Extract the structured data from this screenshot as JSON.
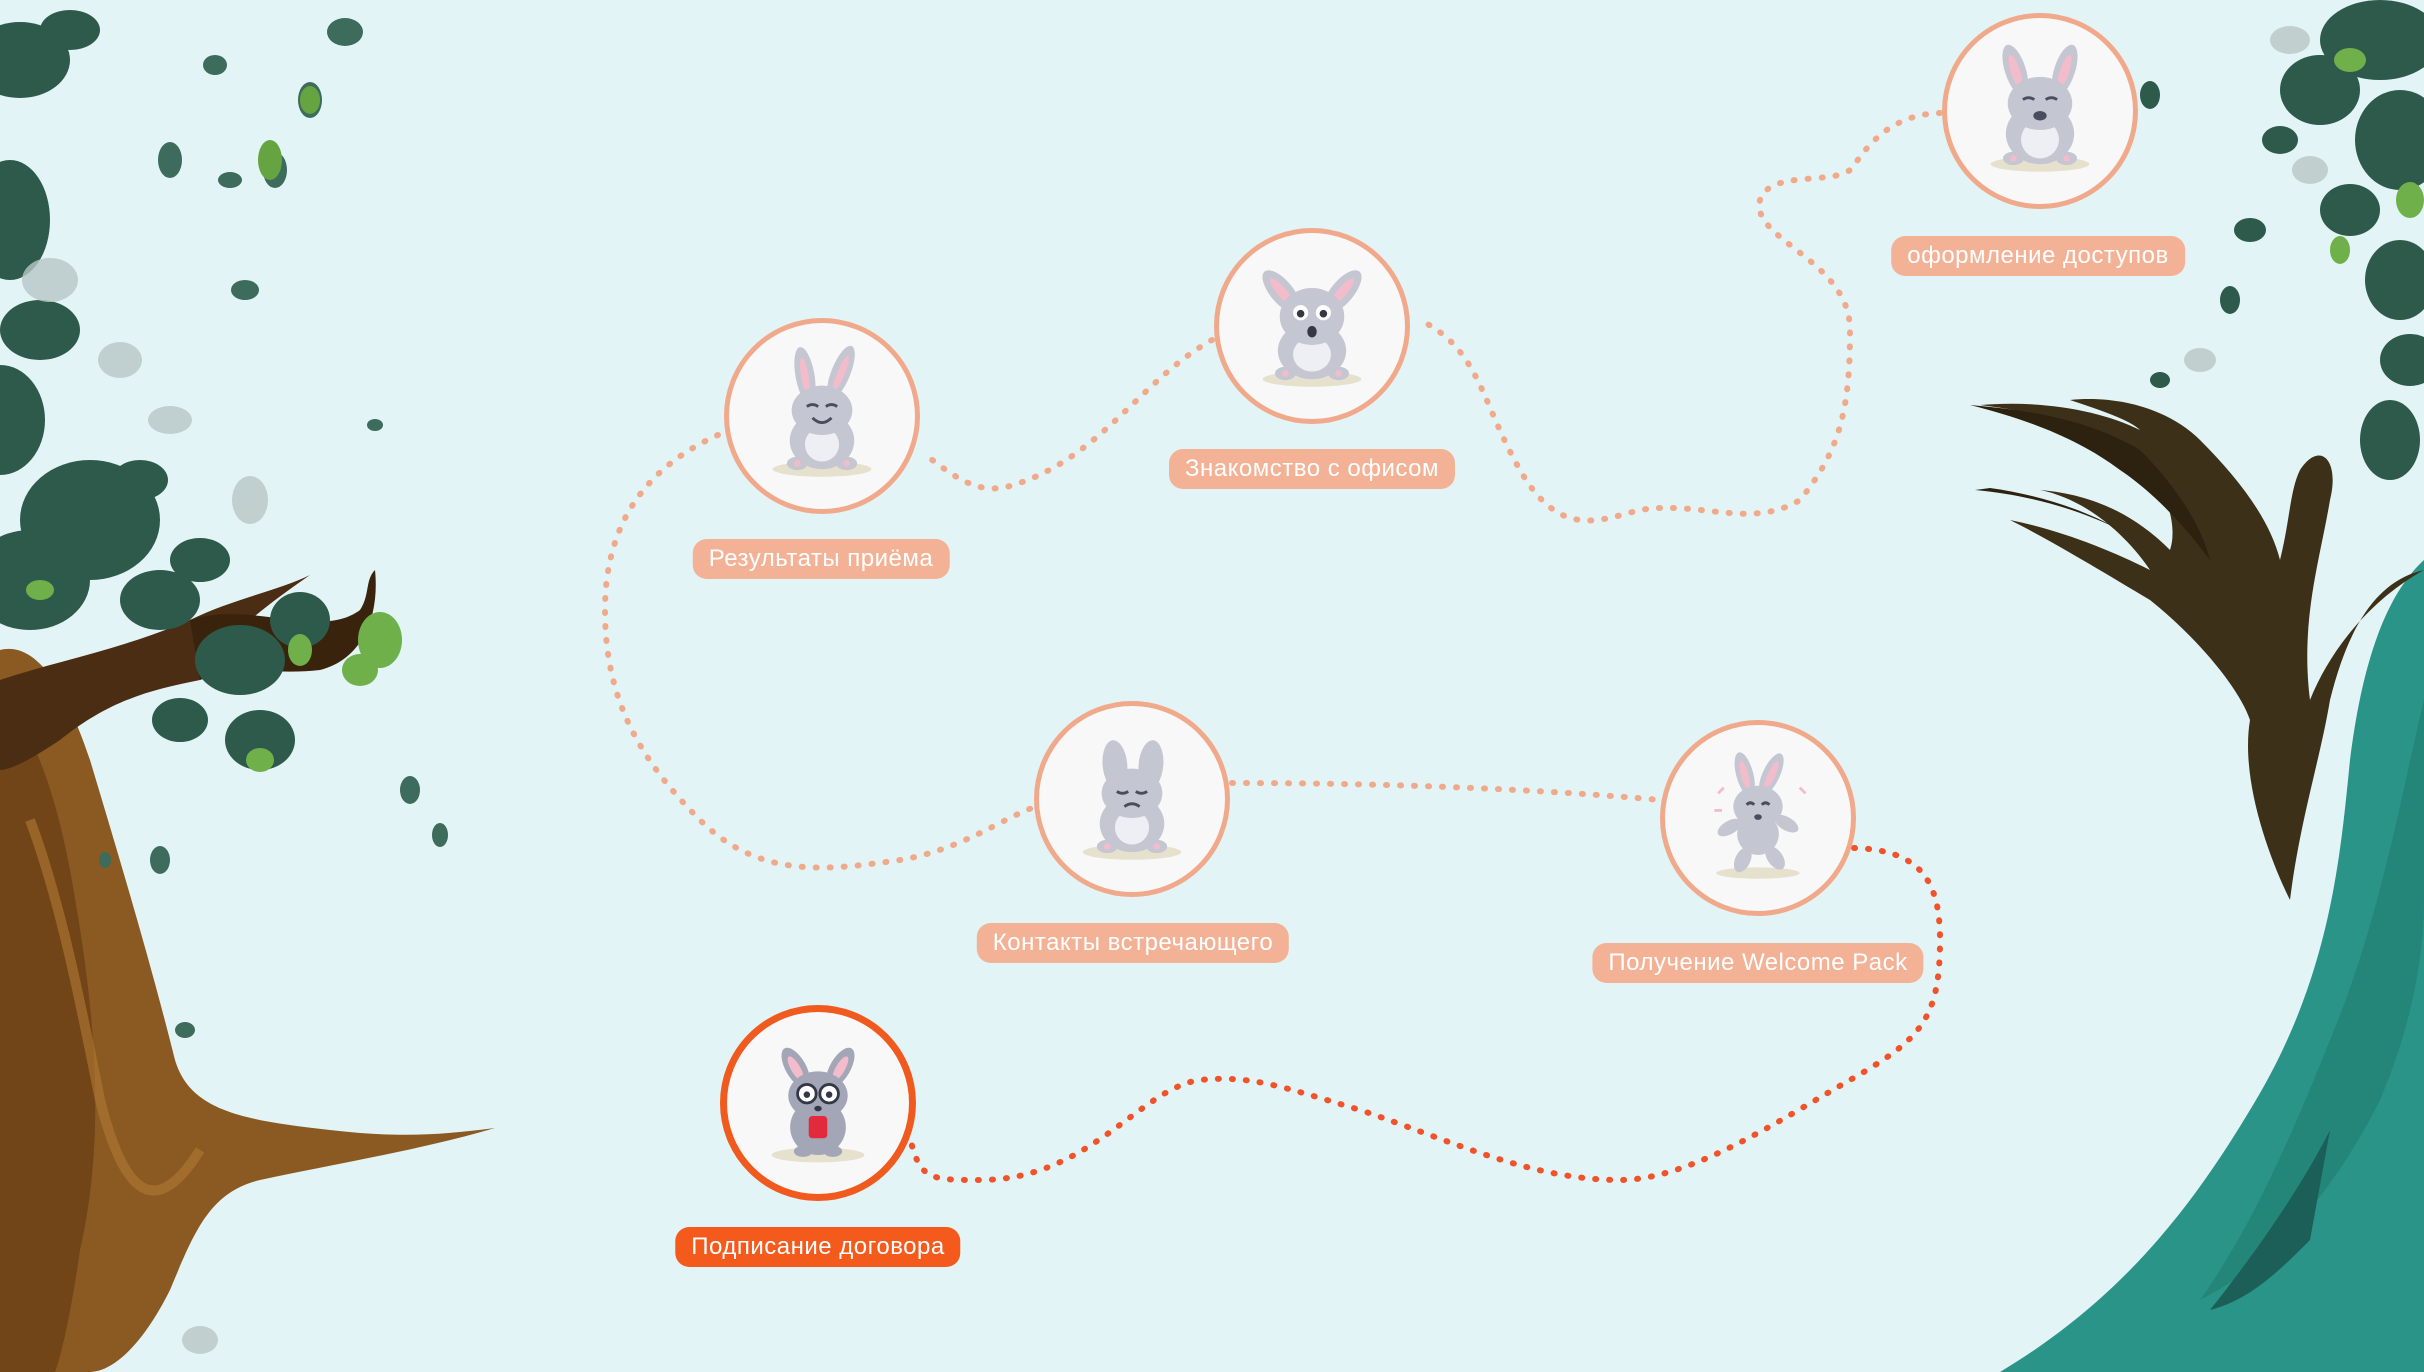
{
  "stages": [
    {
      "id": "contract",
      "label": "Подписание договора",
      "state": "current",
      "bunny": "bunny-glasses-icon"
    },
    {
      "id": "welcome",
      "label": "Получение Welcome Pack",
      "state": "locked",
      "bunny": "bunny-dancing-icon"
    },
    {
      "id": "contacts",
      "label": "Контакты встречающего",
      "state": "locked",
      "bunny": "bunny-sad-icon"
    },
    {
      "id": "results",
      "label": "Результаты приёма",
      "state": "locked",
      "bunny": "bunny-smiling-icon"
    },
    {
      "id": "office",
      "label": "Знакомство с офисом",
      "state": "locked",
      "bunny": "bunny-surprised-icon"
    },
    {
      "id": "access",
      "label": "оформление доступов",
      "state": "locked",
      "bunny": "bunny-crying-icon"
    }
  ],
  "colors": {
    "background": "#e3f4f6",
    "path_inactive": "#f0a98a",
    "path_active": "#f0522a",
    "ring_inactive": "#f0a98a",
    "ring_active": "#f05a1e",
    "label_inactive": "#f3b296",
    "label_active": "#f55a1d",
    "bunny_fur": "#c4c6d2"
  }
}
